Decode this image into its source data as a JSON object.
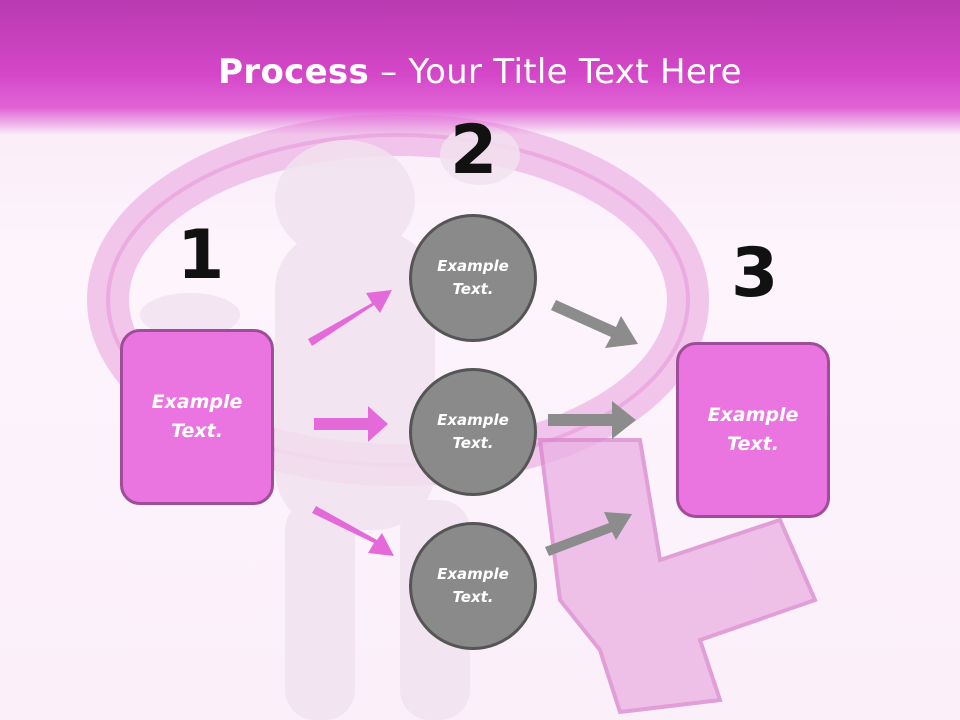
{
  "title": {
    "bold": "Process",
    "rest": " – Your Title Text Here"
  },
  "steps": [
    {
      "number": "1",
      "text": "Example Text."
    },
    {
      "number": "2",
      "items": [
        "Example Text.",
        "Example Text.",
        "Example Text."
      ]
    },
    {
      "number": "3",
      "text": "Example Text."
    }
  ],
  "colors": {
    "header": "#d447c8",
    "box_fill": "#ea74e0",
    "circle_fill": "#8a8a8a",
    "pink_arrow": "#e46ad9",
    "grey_arrow": "#8c8c8c"
  },
  "icons": {
    "background": "female-symbol-figure-image"
  }
}
